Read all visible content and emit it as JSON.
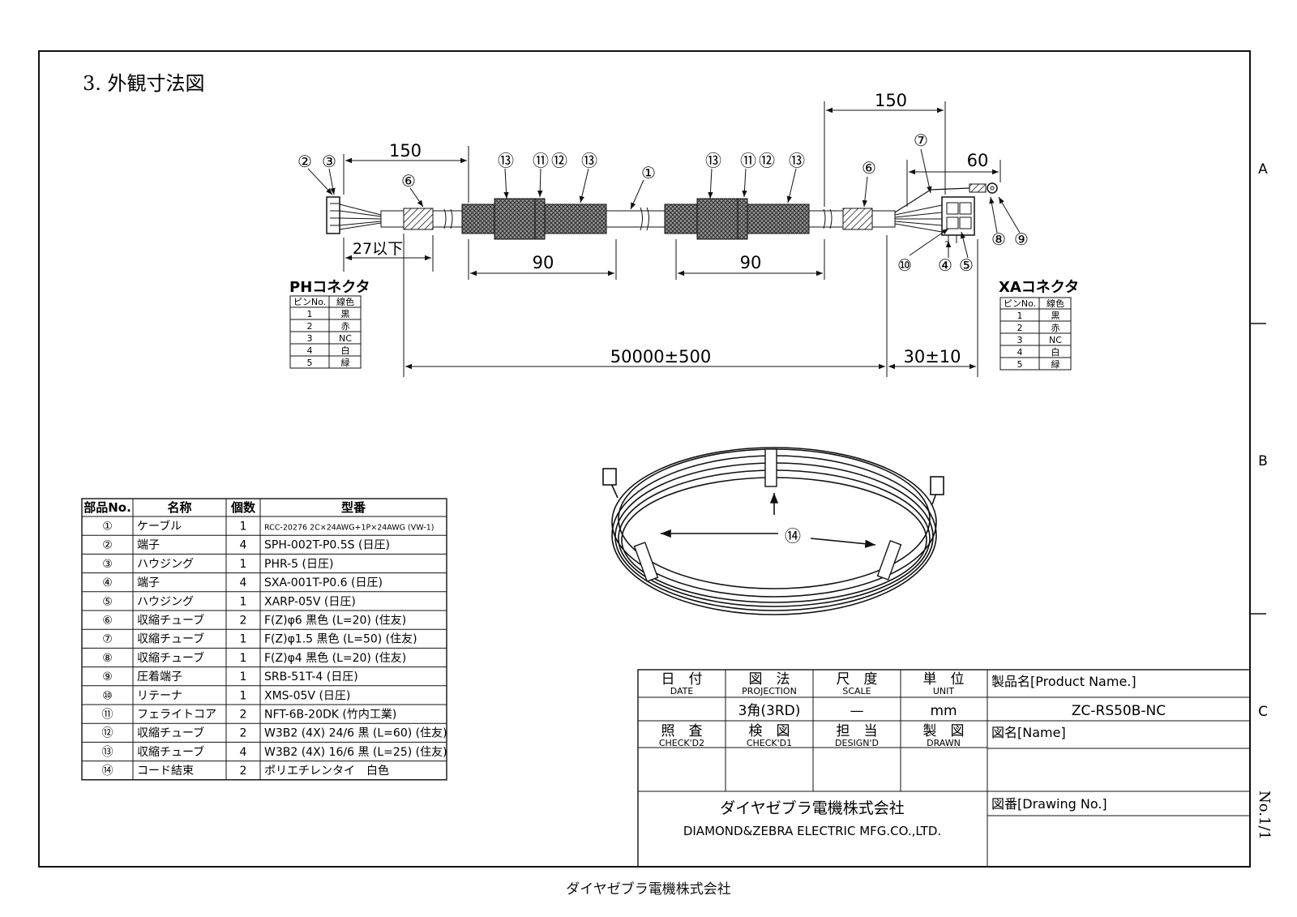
{
  "section_title": "3. 外観寸法図",
  "dimensions": {
    "left_150": "150",
    "right_150": "150",
    "d60": "60",
    "d27": "27以下",
    "d90a": "90",
    "d90b": "90",
    "total": "50000±500",
    "tail": "30±10"
  },
  "callouts": {
    "c1": "①",
    "c2": "②",
    "c3": "③",
    "c4": "④",
    "c5": "⑤",
    "c6": "⑥",
    "c7": "⑦",
    "c8": "⑧",
    "c9": "⑨",
    "c10": "⑩",
    "c11": "⑪",
    "c12": "⑫",
    "c13": "⑬",
    "c14": "⑭"
  },
  "ph_connector": {
    "title": "PHコネクタ",
    "headers": [
      "ピンNo.",
      "線色"
    ],
    "rows": [
      [
        "1",
        "黒"
      ],
      [
        "2",
        "赤"
      ],
      [
        "3",
        "NC"
      ],
      [
        "4",
        "白"
      ],
      [
        "5",
        "緑"
      ]
    ]
  },
  "xa_connector": {
    "title": "XAコネクタ",
    "headers": [
      "ピンNo.",
      "線色"
    ],
    "rows": [
      [
        "1",
        "黒"
      ],
      [
        "2",
        "赤"
      ],
      [
        "3",
        "NC"
      ],
      [
        "4",
        "白"
      ],
      [
        "5",
        "緑"
      ]
    ]
  },
  "parts_table": {
    "headers": [
      "部品No.",
      "名称",
      "個数",
      "型番"
    ],
    "rows": [
      {
        "no": "①",
        "name": "ケーブル",
        "qty": "1",
        "model": "RCC-20276  2C×24AWG+1P×24AWG    (VW-1)"
      },
      {
        "no": "②",
        "name": "端子",
        "qty": "4",
        "model": "SPH-002T-P0.5S (日圧)"
      },
      {
        "no": "③",
        "name": "ハウジング",
        "qty": "1",
        "model": "PHR-5 (日圧)"
      },
      {
        "no": "④",
        "name": "端子",
        "qty": "4",
        "model": "SXA-001T-P0.6 (日圧)"
      },
      {
        "no": "⑤",
        "name": "ハウジング",
        "qty": "1",
        "model": "XARP-05V (日圧)"
      },
      {
        "no": "⑥",
        "name": "収縮チューブ",
        "qty": "2",
        "model": "F(Z)φ6 黒色 (L=20) (住友)"
      },
      {
        "no": "⑦",
        "name": "収縮チューブ",
        "qty": "1",
        "model": "F(Z)φ1.5 黒色 (L=50) (住友)"
      },
      {
        "no": "⑧",
        "name": "収縮チューブ",
        "qty": "1",
        "model": "F(Z)φ4 黒色 (L=20) (住友)"
      },
      {
        "no": "⑨",
        "name": "圧着端子",
        "qty": "1",
        "model": "SRB-51T-4 (日圧)"
      },
      {
        "no": "⑩",
        "name": "リテーナ",
        "qty": "1",
        "model": "XMS-05V (日圧)"
      },
      {
        "no": "⑪",
        "name": "フェライトコア",
        "qty": "2",
        "model": "NFT-6B-20DK (竹内工業)"
      },
      {
        "no": "⑫",
        "name": "収縮チューブ",
        "qty": "2",
        "model": "W3B2 (4X) 24/6 黒 (L=60) (住友)"
      },
      {
        "no": "⑬",
        "name": "収縮チューブ",
        "qty": "4",
        "model": "W3B2 (4X) 16/6 黒 (L=25) (住友)"
      },
      {
        "no": "⑭",
        "name": "コード結束",
        "qty": "2",
        "model": "ポリエチレンタイ　白色"
      }
    ]
  },
  "title_block": {
    "date_jp": "日　付",
    "date_en": "DATE",
    "proj_jp": "図　法",
    "proj_en": "PROJECTION",
    "scale_jp": "尺　度",
    "scale_en": "SCALE",
    "unit_jp": "単　位",
    "unit_en": "UNIT",
    "product_label": "製品名[Product Name.]",
    "proj_value": "3角(3RD)",
    "scale_value": "—",
    "unit_value": "mm",
    "product_value": "ZC-RS50B-NC",
    "check2_jp": "照　査",
    "check2_en": "CHECK'D2",
    "check1_jp": "検　図",
    "check1_en": "CHECK'D1",
    "design_jp": "担　当",
    "design_en": "DESIGN'D",
    "drawn_jp": "製　図",
    "drawn_en": "DRAWN",
    "name_label": "図名[Name]",
    "company_jp": "ダイヤゼブラ電機株式会社",
    "company_en": "DIAMOND&ZEBRA ELECTRIC MFG.CO.,LTD.",
    "drawing_label": "図番[Drawing No.]",
    "sheet_no": "No.1/1"
  },
  "zones": [
    "A",
    "B",
    "C"
  ],
  "footer": "ダイヤゼブラ電機株式会社"
}
